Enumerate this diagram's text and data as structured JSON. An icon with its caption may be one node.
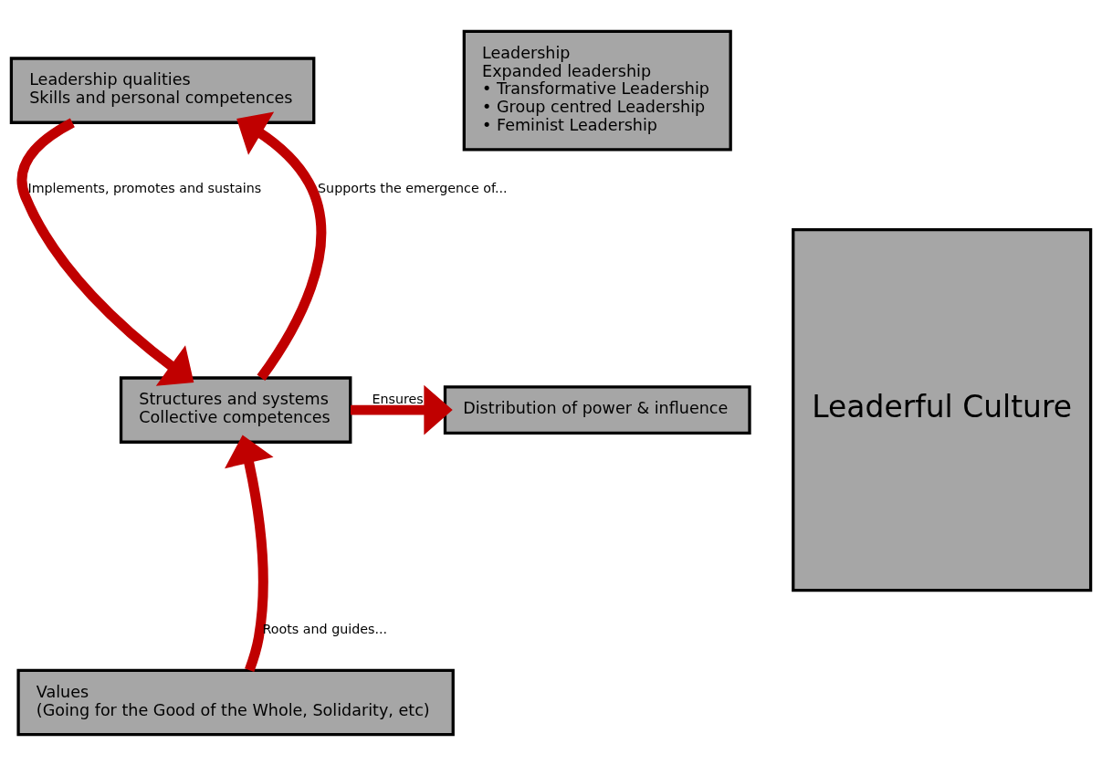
{
  "diagram": {
    "nodes": [
      {
        "text": [
          "Leadership",
          "Expanded leadership",
          "• Transformative Leadership",
          "• Group centred Leadership",
          "• Feminist Leadership"
        ]
      },
      {
        "text": [
          "Leadership qualities",
          "Skills and personal competences"
        ]
      },
      {
        "text": [
          "Structures and systems",
          "Collective competences"
        ]
      },
      {
        "text": [
          "Values",
          "(Going for the Good of the Whole, Solidarity, etc)"
        ]
      },
      {
        "text": [
          "Distribution of power & influence"
        ]
      },
      {
        "text": [
          "Leaderful Culture"
        ]
      }
    ],
    "edges": [
      {
        "from": 1,
        "to": 2,
        "arrow": "to",
        "label": "Implements, promotes and sustains"
      },
      {
        "from": 2,
        "to": 1,
        "arrow": "to",
        "label": "Supports the emergence of..."
      },
      {
        "from": 3,
        "to": 2,
        "arrow": "to",
        "label": "Roots and guides..."
      },
      {
        "from": 2,
        "to": 4,
        "arrow": "to",
        "label": "Ensures"
      }
    ]
  }
}
